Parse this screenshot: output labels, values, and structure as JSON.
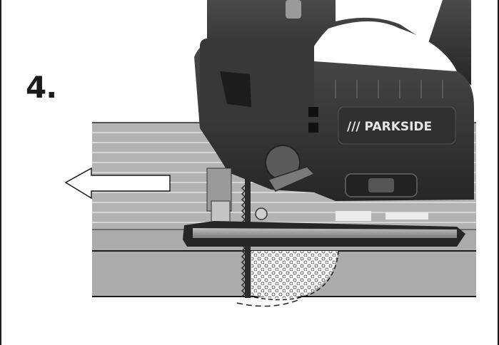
{
  "step": {
    "number": "4."
  },
  "tool": {
    "brand": "/// PARKSIDE"
  },
  "icons": {
    "direction": "arrow-left-icon",
    "cut_zone": "dotted-cut-area",
    "blade": "saw-blade"
  }
}
